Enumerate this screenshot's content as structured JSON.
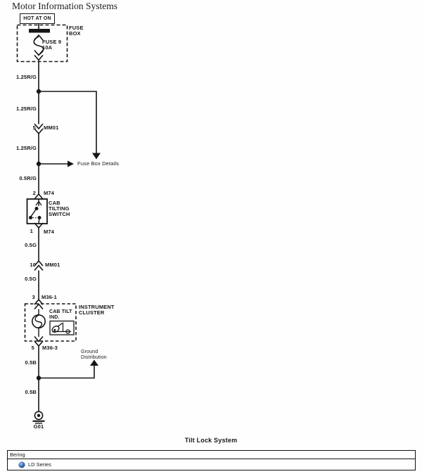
{
  "title": "Motor Information Systems",
  "caption": "Tilt Lock System",
  "colors": {
    "ink": "#161616",
    "paper": "#ffffff",
    "globe_blue": "#3a77c2"
  },
  "fuse": {
    "hot_label": "HOT AT ON",
    "box_label_1": "FUSE",
    "box_label_2": "BOX",
    "name": "FUSE 9",
    "rating": "10A"
  },
  "wires": {
    "w1": "1.25R/G",
    "w2": "1.25R/G",
    "w3": "1.25R/G",
    "w4": "0.5R/G",
    "w5": "0.5G",
    "w6": "0.5G",
    "w7": "0.5B",
    "w8": "0.5B"
  },
  "connectors": {
    "c1": {
      "pin": "5",
      "name": "MM01"
    },
    "c2": {
      "pin": "2",
      "name": "M74"
    },
    "c3": {
      "pin": "1",
      "name": "M74"
    },
    "c4": {
      "pin": "10",
      "name": "MM01"
    },
    "c5": {
      "pin": "3",
      "name": "M36-1"
    },
    "c6": {
      "pin": "5",
      "name": "M36-3"
    }
  },
  "refs": {
    "fuse_box_details": "Fuse Box Details",
    "ground_1": "Ground",
    "ground_2": "Distribution"
  },
  "switchbox": {
    "l1": "CAB",
    "l2": "TILTING",
    "l3": "SWITCH"
  },
  "cluster": {
    "l1": "INSTRUMENT",
    "l2": "CLUSTER",
    "ind1": "CAB TILT",
    "ind2": "IND."
  },
  "ground_label": "G01",
  "footer": {
    "brand": "Bering",
    "series": "LD Series"
  }
}
